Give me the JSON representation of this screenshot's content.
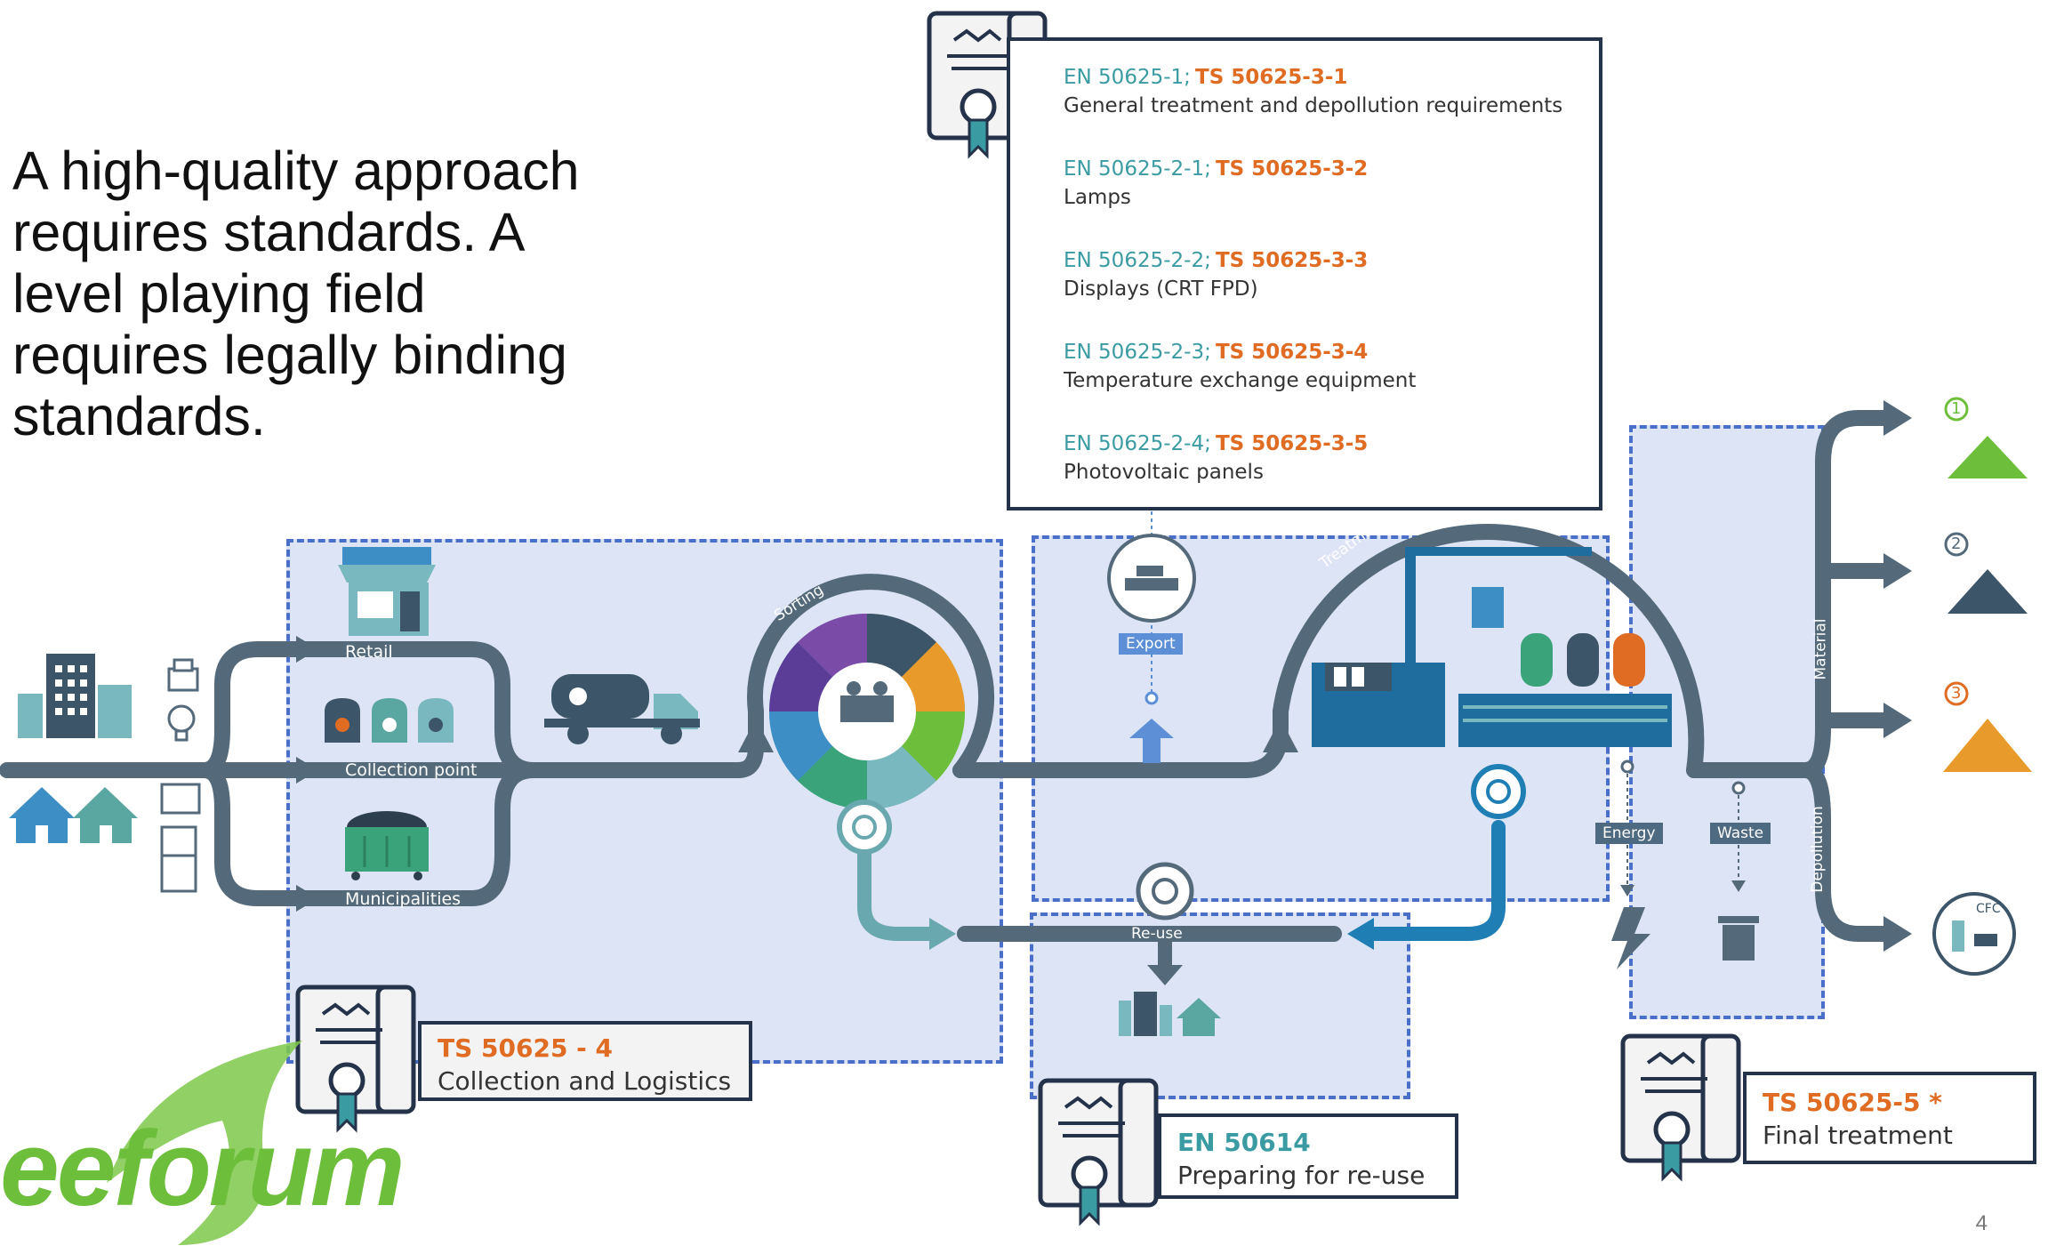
{
  "headline": [
    "A high-quality approach",
    "requires standards. A",
    "level playing field",
    "requires legally binding",
    "standards."
  ],
  "flow_labels": {
    "retail": "Retail",
    "collection_point": "Collection point",
    "municipalities": "Municipalities",
    "sorting": "Sorting",
    "export": "Export",
    "treatment": "Treatment",
    "reuse": "Re-use",
    "energy": "Energy",
    "waste": "Waste",
    "material": "Material",
    "depollution": "Depollution"
  },
  "treatment_standards": [
    {
      "code_a": "EN 50625-1;",
      "code_b": "TS 50625-3-1",
      "desc": "General treatment and depollution requirements"
    },
    {
      "code_a": "EN 50625-2-1;",
      "code_b": "TS 50625-3-2",
      "desc": "Lamps"
    },
    {
      "code_a": "EN 50625-2-2;",
      "code_b": "TS 50625-3-3",
      "desc": "Displays (CRT FPD)"
    },
    {
      "code_a": "EN 50625-2-3;",
      "code_b": "TS 50625-3-4",
      "desc": "Temperature exchange equipment"
    },
    {
      "code_a": "EN 50625-2-4;",
      "code_b": "TS 50625-3-5",
      "desc": "Photovoltaic panels"
    }
  ],
  "certificates": {
    "collection": {
      "code": "TS 50625 - 4",
      "desc": "Collection and Logistics"
    },
    "reuse": {
      "code": "EN 50614",
      "desc": "Preparing for re-use"
    },
    "final": {
      "code": "TS 50625-5 *",
      "desc": "Final treatment"
    }
  },
  "grade_labels": [
    "1",
    "2",
    "3"
  ],
  "cfc_label": "CFC",
  "logo": "eeforum",
  "page_number": "4",
  "colors": {
    "flow": "#546a7a",
    "zone": "#dde4f5",
    "zone_border": "#4a6fc8",
    "teal": "#3a9ba2",
    "orange": "#e06b22",
    "green": "#6dbf3b",
    "reuse_blue": "#1f7fb5"
  }
}
